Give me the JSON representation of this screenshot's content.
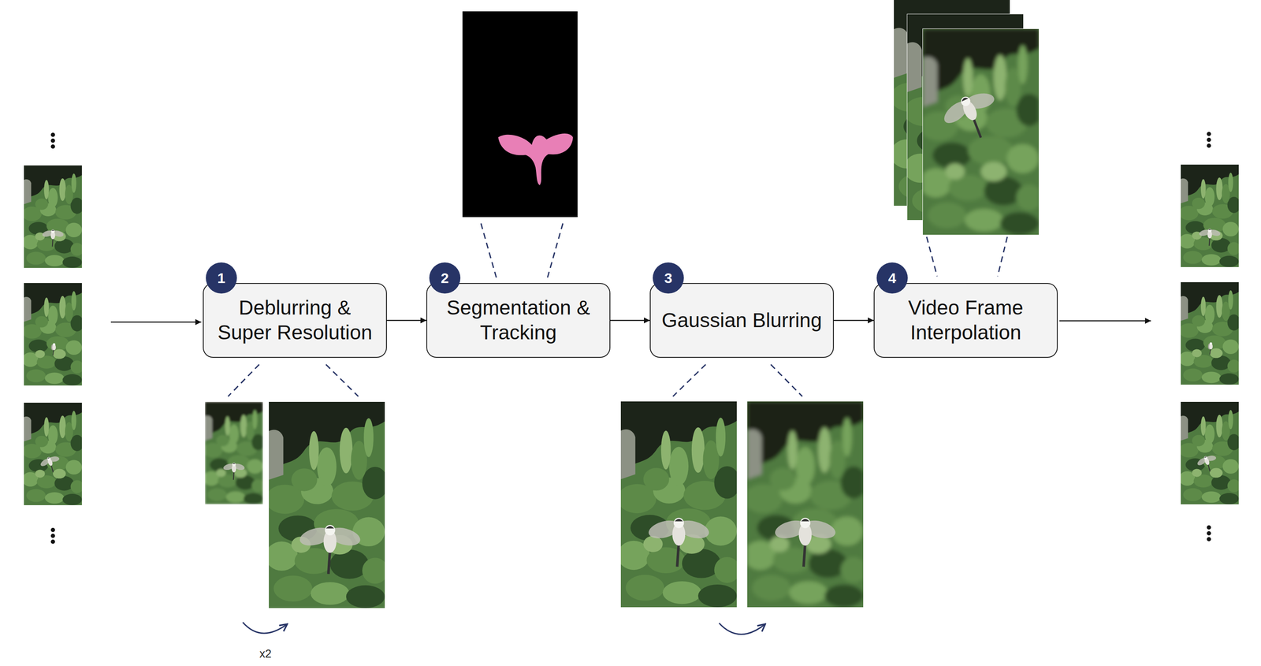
{
  "diagram": {
    "nodes": [
      {
        "text": [
          "Deblurring & Super Resolution"
        ]
      },
      {
        "text": [
          "Segmentation & Tracking"
        ]
      },
      {
        "text": [
          "Gaussian Blurring"
        ]
      },
      {
        "text": [
          "Video Frame Interpolation"
        ]
      }
    ],
    "edges": [
      {
        "from": 0,
        "to": 1,
        "arrow": "to"
      },
      {
        "from": 1,
        "to": 2,
        "arrow": "to"
      },
      {
        "from": 2,
        "to": 3,
        "arrow": "to"
      }
    ],
    "labels": [
      "1",
      "2",
      "3",
      "4",
      "x2"
    ]
  }
}
